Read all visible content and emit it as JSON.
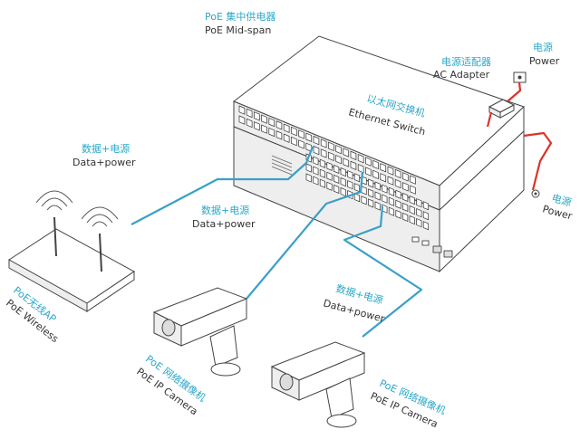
{
  "colors": {
    "data_power_cable": "#3aa0c8",
    "power_cable": "#d9342b",
    "label_chinese": "#2aa7c9",
    "label_english": "#333333",
    "outline": "#444444"
  },
  "labels": {
    "midspan": {
      "cn": "PoE 集中供电器",
      "en": "PoE Mid-span"
    },
    "switch": {
      "cn": "以太网交换机",
      "en": "Ethernet Switch"
    },
    "ac_adapter": {
      "cn": "电源适配器",
      "en": "AC Adapter"
    },
    "power_top": {
      "cn": "电源",
      "en": "Power"
    },
    "power_right": {
      "cn": "电源",
      "en": "Power"
    },
    "data_power_left": {
      "cn": "数据+电源",
      "en": "Data+power"
    },
    "data_power_mid": {
      "cn": "数据+电源",
      "en": "Data+power"
    },
    "data_power_right": {
      "cn": "数据+电源",
      "en": "Data+power"
    },
    "wireless_ap": {
      "cn": "PoE无线AP",
      "en": "PoE Wireless"
    },
    "camera_left": {
      "cn": "PoE 网络摄像机",
      "en": "PoE IP Camera"
    },
    "camera_right": {
      "cn": "PoE 网络摄像机",
      "en": "PoE IP Camera"
    }
  }
}
